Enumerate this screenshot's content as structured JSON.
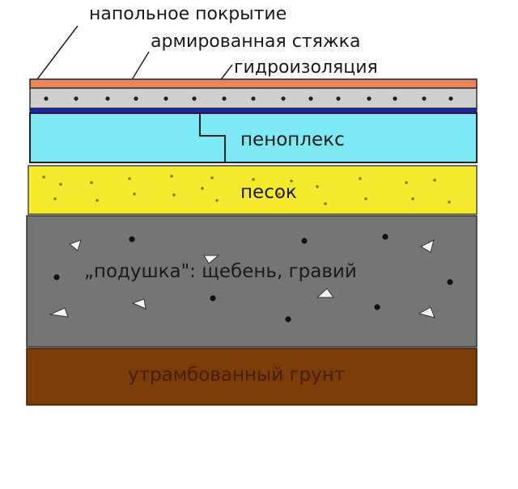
{
  "labels": {
    "floor_covering": "напольное покрытие",
    "reinforced_screed": "армированная стяжка",
    "waterproofing": "гидроизоляция",
    "penoplex": "пеноплекс",
    "sand": "песок",
    "cushion": "„подушка\": щебень, гравий",
    "compacted_soil": "утрамбованный грунт"
  },
  "colors": {
    "floor_covering": "#e8855a",
    "screed": "#cfcfcf",
    "waterproofing": "#1a2aa0",
    "penoplex": "#7fe8f5",
    "sand": "#f5ea2e",
    "gravel": "#757575",
    "soil": "#7a3d0a",
    "soil_text": "#4a2000"
  }
}
